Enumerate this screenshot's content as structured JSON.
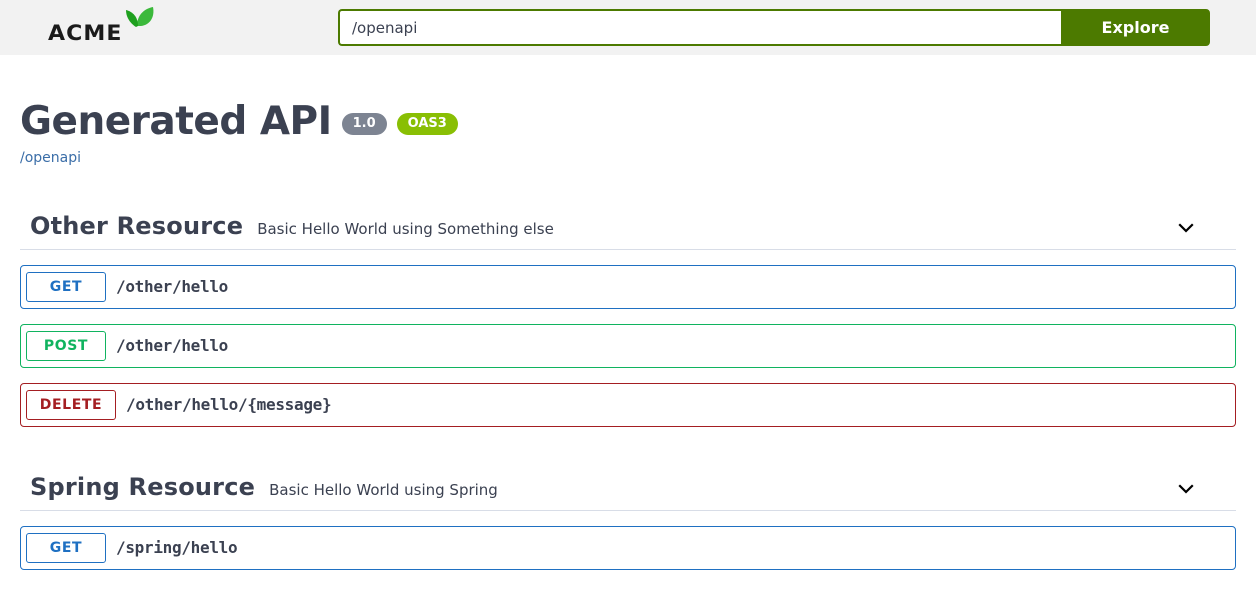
{
  "topbar": {
    "logo_text": "ACME",
    "logo_icon": "leaf-icon",
    "search_value": "/openapi",
    "search_placeholder": "",
    "explore_label": "Explore",
    "accent_color": "#4c7a00",
    "background_color": "#f2f2f2"
  },
  "info": {
    "title": "Generated API",
    "version_badge": "1.0",
    "spec_badge": "OAS3",
    "url": "/openapi",
    "version_badge_color": "#7d8492",
    "spec_badge_color": "#89bf04",
    "url_color": "#3b6ea8"
  },
  "tags": [
    {
      "name": "Other Resource",
      "description": "Basic Hello World using Something else",
      "expand_icon": "chevron-down-icon",
      "operations": [
        {
          "method": "GET",
          "path": "/other/hello",
          "color": "#1f70c2"
        },
        {
          "method": "POST",
          "path": "/other/hello",
          "color": "#10b35f"
        },
        {
          "method": "DELETE",
          "path": "/other/hello/{message}",
          "color": "#a41e22"
        }
      ]
    },
    {
      "name": "Spring Resource",
      "description": "Basic Hello World using Spring",
      "expand_icon": "chevron-down-icon",
      "operations": [
        {
          "method": "GET",
          "path": "/spring/hello",
          "color": "#1f70c2"
        }
      ]
    }
  ]
}
